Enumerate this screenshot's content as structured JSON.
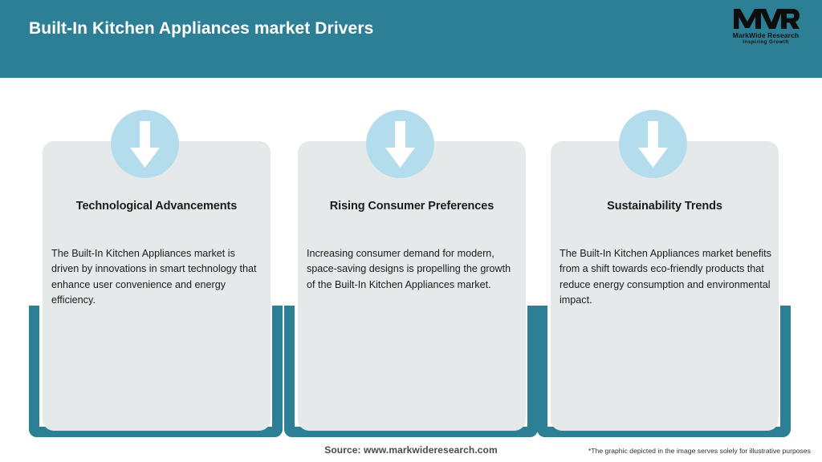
{
  "header": {
    "title": "Built-In Kitchen Appliances market Drivers",
    "background_color": "#2d7f96",
    "logo": {
      "mark": "MWR",
      "name": "MarkWide Research",
      "tagline": "Inspiring Growth"
    }
  },
  "cards": [
    {
      "icon": "down-arrow-icon",
      "heading": "Technological Advancements",
      "body": "The Built-In Kitchen Appliances market is driven by innovations in smart technology that enhance user convenience and energy efficiency."
    },
    {
      "icon": "down-arrow-icon",
      "heading": "Rising Consumer Preferences",
      "body": "Increasing consumer demand for modern, space-saving designs is propelling the growth of the Built-In Kitchen Appliances market."
    },
    {
      "icon": "down-arrow-icon",
      "heading": "Sustainability Trends",
      "body": "The Built-In Kitchen Appliances market benefits from a shift towards eco-friendly products that reduce energy consumption and environmental impact."
    }
  ],
  "footer": {
    "source": "Source: www.markwideresearch.com",
    "disclaimer": "*The graphic depicted in the image serves solely for illustrative purposes"
  },
  "colors": {
    "teal": "#2d7f96",
    "card_grey": "#e6e9ea",
    "badge_blue": "#b3dcec",
    "text_dark": "#1b1b1b"
  }
}
